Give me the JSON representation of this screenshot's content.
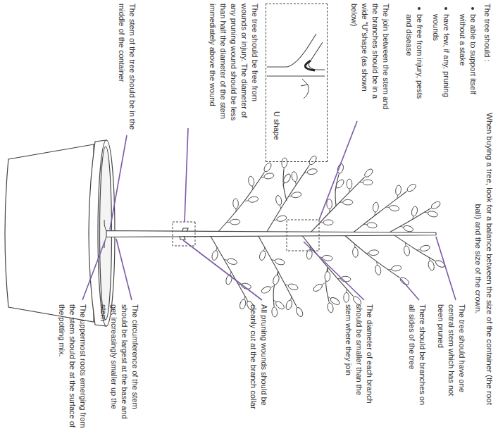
{
  "diagram": {
    "title": "When buying a tree, look for a balance between the size of the container (the root ball) and the size of the crown.",
    "nodes": [
      {
        "text": [
          "U shape"
        ]
      }
    ],
    "labels": [
      "The tree should :",
      "be able to support itself without a stake",
      "have few, if any, pruning wounds",
      "be free from injury, pests and disease",
      "The join between the stem and the branches should be in a wide \"U\"shape (as shown below)",
      "The tree should be free from wounds or injury. The diameter of any pruning wound should be less than half the diameter of the stem immediately above the wound",
      "The stem of the tree should be in the middle of the container",
      "The tree should have one central stem which has not been pruned",
      "There should be branches on all sides of the tree",
      "The diameter of each branch should be smaller than the stem where they join",
      "All pruning wounds should be cleanly cut at the branch collar",
      "The circumference of the stem should be largest at the base and get increasingly smaller up the stem",
      "The uppermost roots emerging from the stem should be at the surface of the potting mix."
    ]
  }
}
